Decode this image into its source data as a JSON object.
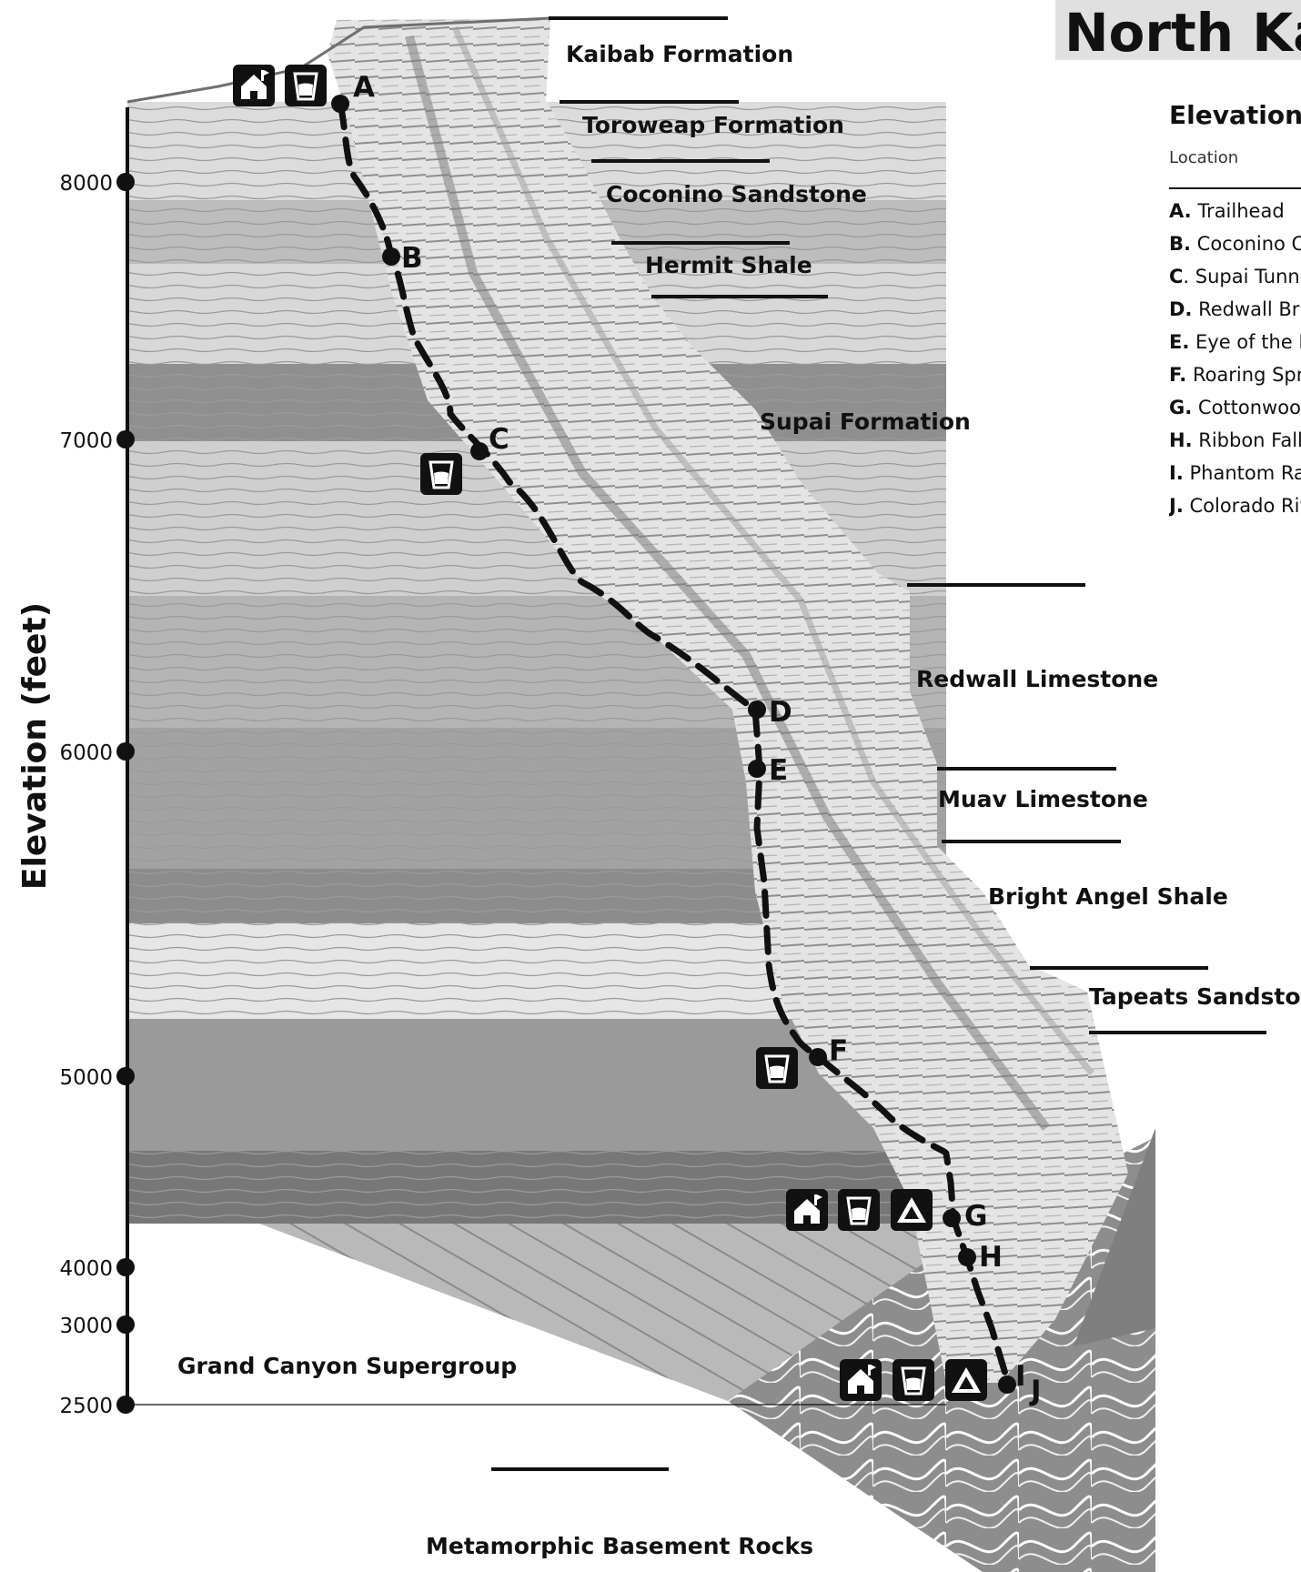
{
  "header": {
    "title": "North Ka"
  },
  "side_panel": {
    "heading": "Elevations",
    "column_header": "Location",
    "items": [
      {
        "key": "A.",
        "label": "Trailhead"
      },
      {
        "key": "B.",
        "label": "Coconino Ov"
      },
      {
        "key": "C",
        "label": ". Supai Tunne"
      },
      {
        "key": "D.",
        "label": "Redwall Brid"
      },
      {
        "key": "E.",
        "label": "Eye of the N"
      },
      {
        "key": "F.",
        "label": "Roaring Sprin"
      },
      {
        "key": "G.",
        "label": "Cottonwood"
      },
      {
        "key": "H.",
        "label": "Ribbon Falls"
      },
      {
        "key": "I.",
        "label": "Phantom Ran"
      },
      {
        "key": "J.",
        "label": "Colorado Riv"
      }
    ]
  },
  "axis": {
    "label": "Elevation (feet)",
    "ticks": [
      "8000",
      "7000",
      "6000",
      "5000",
      "4000",
      "3000",
      "2500"
    ]
  },
  "formations": {
    "kaibab": "Kaibab Formation",
    "toroweap": "Toroweap Formation",
    "coconino": "Coconino Sandstone",
    "hermit": "Hermit Shale",
    "supai": "Supai Formation",
    "redwall": "Redwall Limestone",
    "muav": "Muav Limestone",
    "bright_angel": "Bright Angel Shale",
    "tapeats": "Tapeats Sandstone",
    "supergroup": "Grand Canyon Supergroup",
    "basement": "Metamorphic Basement Rocks"
  },
  "trail_points": [
    "A",
    "B",
    "C",
    "D",
    "E",
    "F",
    "G",
    "H",
    "I",
    "J"
  ],
  "icons": {
    "A": [
      "ranger-station",
      "water"
    ],
    "C": [
      "water"
    ],
    "F": [
      "water"
    ],
    "G": [
      "ranger-station",
      "water",
      "campground"
    ],
    "I": [
      "ranger-station",
      "water",
      "campground"
    ]
  },
  "colors": {
    "ink": "#111111",
    "rock_light": "#d6d6d6",
    "rock_mid": "#a8a8a8",
    "rock_dark": "#7a7a7a",
    "title_bg": "#e0e0e0"
  }
}
